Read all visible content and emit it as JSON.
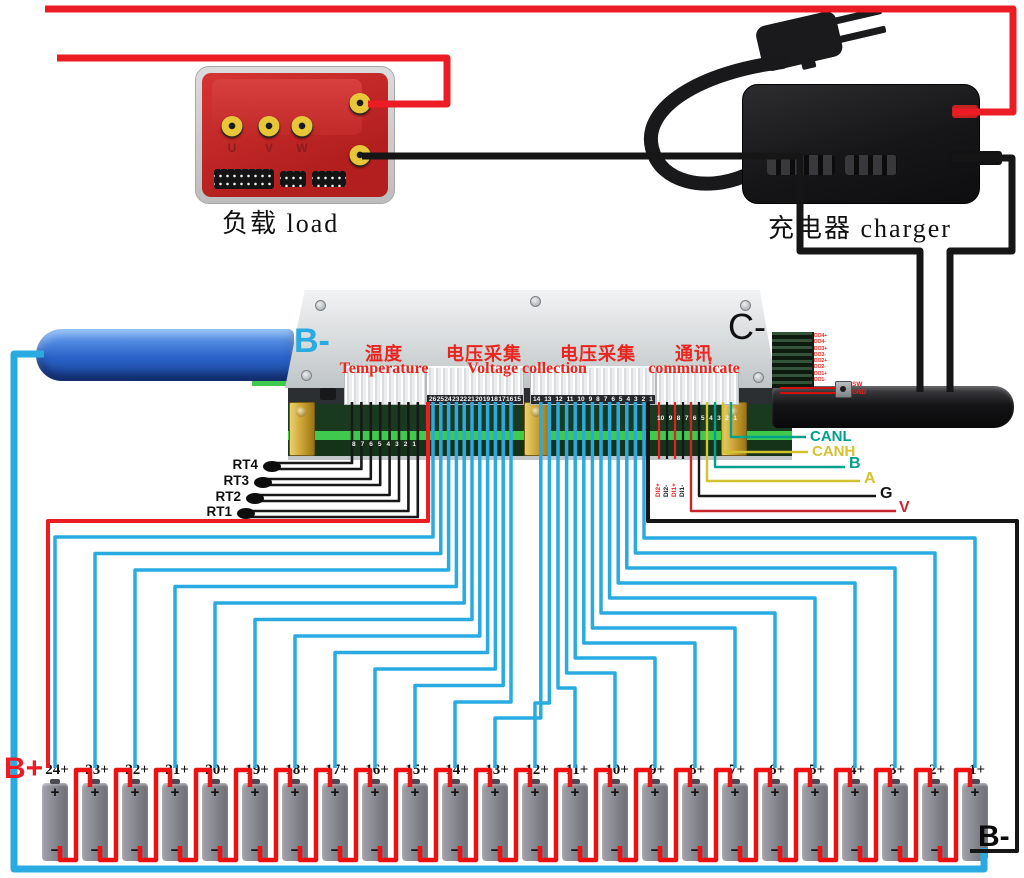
{
  "colors": {
    "red": "#ec1c24",
    "label_red": "#e8251f",
    "cyan": "#29abe2",
    "teal": "#00a08c",
    "yellow": "#d3c331",
    "black": "#161616",
    "crimson": "#c8262c",
    "sense_blue": "#29abe2"
  },
  "load": {
    "label": "负载 load",
    "terminals": [
      "U",
      "V",
      "W"
    ]
  },
  "charger": {
    "label": "充电器 charger"
  },
  "bms": {
    "plate_left_label": "B-",
    "plate_right_label": "C-",
    "sections": {
      "temperature_cn": "温度",
      "temperature_en": "Temperature",
      "voltage_cn_1": "电压采集",
      "voltage_cn_2": "电压采集",
      "voltage_en": "Voltage collection",
      "comm_cn": "通讯",
      "comm_en": "communicate"
    },
    "pins": {
      "voltage1": [
        "26",
        "25",
        "24",
        "23",
        "22",
        "21",
        "20",
        "19",
        "18",
        "17",
        "16",
        "15"
      ],
      "voltage2": [
        "14",
        "13",
        "12",
        "11",
        "10",
        "9",
        "8",
        "7",
        "6",
        "5",
        "4",
        "3",
        "2",
        "1"
      ],
      "comm": [
        "10",
        "9",
        "8",
        "7",
        "6",
        "5",
        "4",
        "3",
        "2",
        "1"
      ],
      "temperature": [
        "8",
        "7",
        "6",
        "5",
        "4",
        "3",
        "2",
        "1"
      ]
    },
    "do_labels": [
      "DO4+",
      "DO4-",
      "DO3+",
      "DO3-",
      "DO2+",
      "DO2-",
      "DO1+",
      "DO1-"
    ],
    "sw_label": "SW",
    "gnd_label": "GND",
    "di_labels": [
      {
        "text": "DI2+",
        "color": "#ec1c24"
      },
      {
        "text": "DI2-",
        "color": "#161616"
      },
      {
        "text": "DI1+",
        "color": "#ec1c24"
      },
      {
        "text": "DI1-",
        "color": "#161616"
      }
    ],
    "signals": [
      {
        "text": "CANL",
        "color": "#00a08c"
      },
      {
        "text": "CANH",
        "color": "#d3c331"
      },
      {
        "text": "B",
        "color": "#00a08c"
      },
      {
        "text": "A",
        "color": "#d3c331"
      },
      {
        "text": "G",
        "color": "#161616"
      },
      {
        "text": "V",
        "color": "#c8262c"
      }
    ]
  },
  "sensors": {
    "labels": [
      "RT4",
      "RT3",
      "RT2",
      "RT1"
    ]
  },
  "battery": {
    "b_plus": "B+",
    "b_minus": "B-",
    "cells": [
      "24+",
      "23+",
      "22+",
      "21+",
      "20+",
      "19+",
      "18+",
      "17+",
      "16+",
      "15+",
      "14+",
      "13+",
      "12+",
      "11+",
      "10+",
      "9+",
      "8+",
      "7+",
      "6+",
      "5+",
      "4+",
      "3+",
      "2+",
      "1+"
    ]
  }
}
